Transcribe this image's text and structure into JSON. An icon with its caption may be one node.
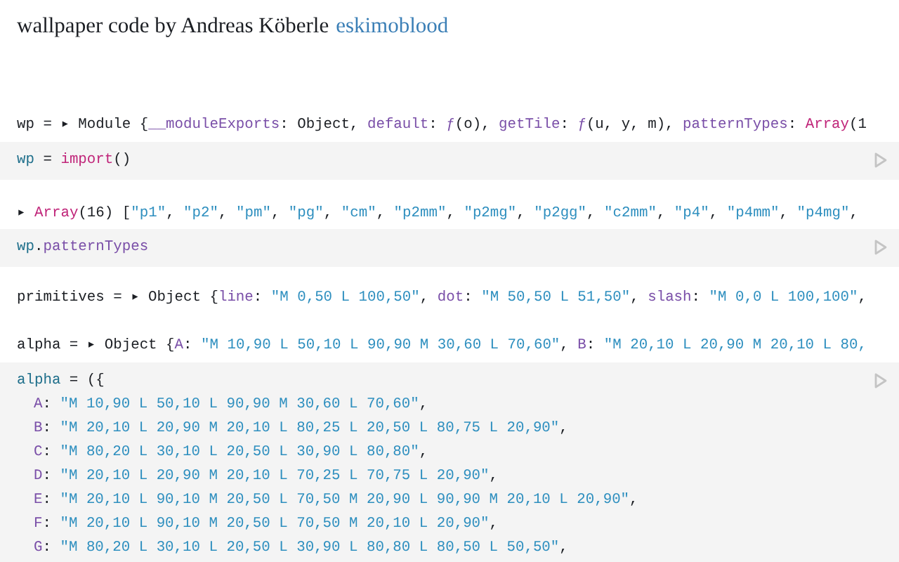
{
  "diagram": {
    "nodes": [
      {
        "text": [
          "wp = import()"
        ]
      },
      {
        "text": [
          "wp.patternTypes"
        ]
      },
      {
        "text": [
          "alpha = ({",
          "A: \"M 10,90 L 50,10 L 90,90 M 30,60 L 70,60\",",
          "B: \"M 20,10 L 20,90 M 20,10 L 80,25 L 20,50 L 80,75 L 20,90\",",
          "C: \"M 80,20 L 30,10 L 20,50 L 30,90 L 80,80\",",
          "D: \"M 20,10 L 20,90 M 20,10 L 70,25 L 70,75 L 20,90\",",
          "E: \"M 20,10 L 90,10 M 20,50 L 70,50 M 20,90 L 90,90 M 20,10 L 20,90\",",
          "F: \"M 20,10 L 90,10 M 20,50 L 70,50 M 20,10 L 20,90\",",
          "G: \"M 80,20 L 30,10 L 20,50 L 30,90 L 80,80 L 80,50 L 50,50\","
        ]
      }
    ],
    "labels": [
      "wallpaper code by Andreas Köberle",
      "eskimoblood",
      "wp = ▸ Module {__moduleExports: Object, default: ƒ(o), getTile: ƒ(u, y, m), patternTypes: Array(1",
      "▸ Array(16) [\"p1\", \"p2\", \"pm\", \"pg\", \"cm\", \"p2mm\", \"p2mg\", \"p2gg\", \"c2mm\", \"p4\", \"p4mm\", \"p4mg\",",
      "primitives = ▸ Object {line: \"M 0,50 L 100,50\", dot: \"M 50,50 L 51,50\", slash: \"M 0,0 L 100,100\",",
      "alpha = ▸ Object {A: \"M 10,90 L 50,10 L 90,90 M 30,60 L 70,60\", B: \"M 20,10 L 20,90 M 20,10 L 80,"
    ]
  }
}
